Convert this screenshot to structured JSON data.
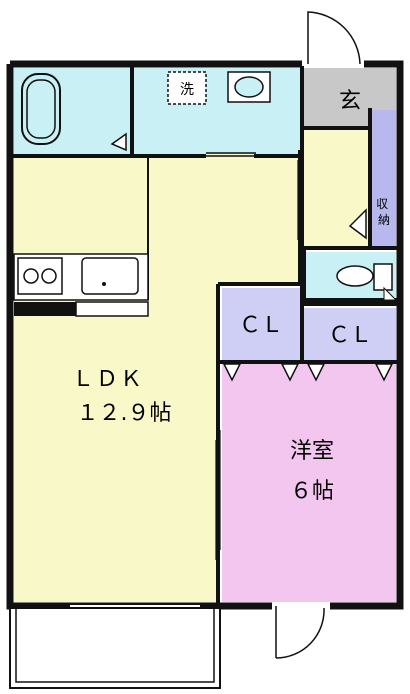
{
  "rooms": {
    "ldk": {
      "name": "ＬＤＫ",
      "size": "１２.９帖"
    },
    "western": {
      "name": "洋室",
      "size": "６帖"
    },
    "closet_left": {
      "label": "ＣＬ"
    },
    "closet_right": {
      "label": "ＣＬ"
    },
    "entrance": {
      "label": "玄"
    },
    "storage": {
      "label": "収納"
    },
    "washroom": {
      "label": "洗"
    }
  },
  "colors": {
    "wall": "#111111",
    "water": "#c9f0f5",
    "ldk": "#f8f8c8",
    "western": "#f3c6f0",
    "closet": "#cfcff5",
    "entrance": "#c8c8c8",
    "storage": "#b8b8ee",
    "balcony": "#ffffff"
  }
}
